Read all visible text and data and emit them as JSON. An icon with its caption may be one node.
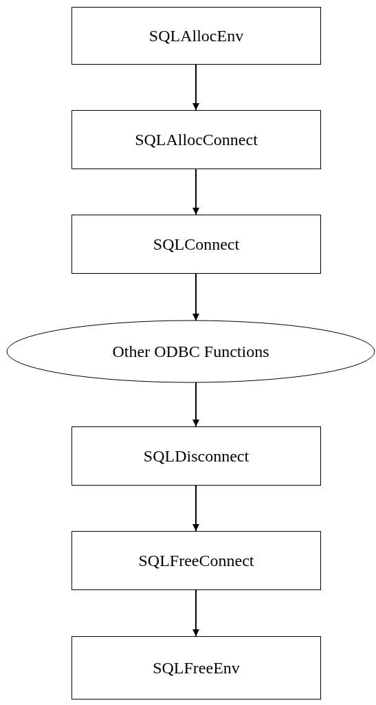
{
  "diagram": {
    "nodes": [
      {
        "text": [
          "SQLAllocEnv"
        ]
      },
      {
        "text": [
          "SQLAllocConnect"
        ]
      },
      {
        "text": [
          "SQLConnect"
        ]
      },
      {
        "text": [
          "Other ODBC Functions"
        ]
      },
      {
        "text": [
          "SQLDisconnect"
        ]
      },
      {
        "text": [
          "SQLFreeConnect"
        ]
      },
      {
        "text": [
          "SQLFreeEnv"
        ]
      }
    ],
    "edges": [
      {
        "from": 0,
        "to": 1,
        "arrow": "to"
      },
      {
        "from": 1,
        "to": 2,
        "arrow": "to"
      },
      {
        "from": 2,
        "to": 3,
        "arrow": "to"
      },
      {
        "from": 3,
        "to": 4,
        "arrow": "to"
      },
      {
        "from": 4,
        "to": 5,
        "arrow": "to"
      },
      {
        "from": 5,
        "to": 6,
        "arrow": "to"
      }
    ]
  }
}
